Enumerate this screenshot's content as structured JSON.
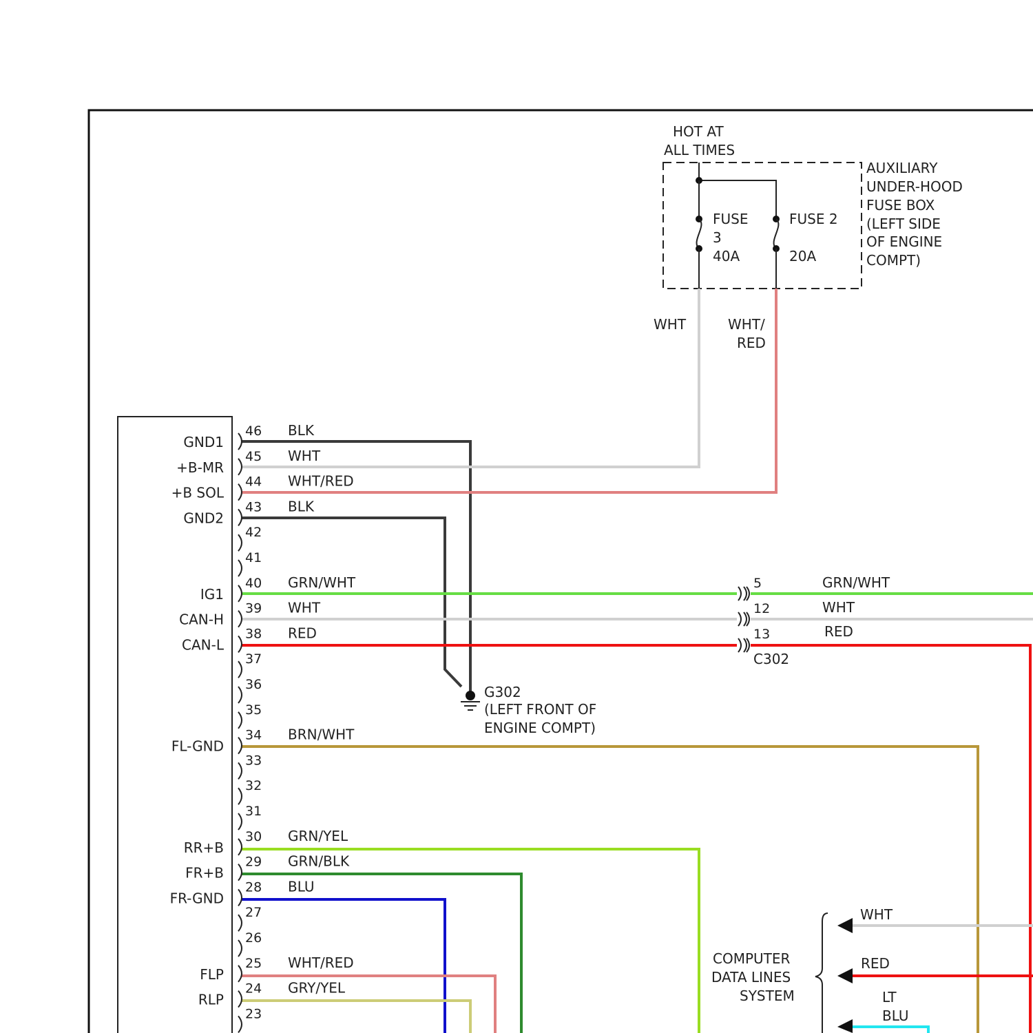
{
  "fuse_box": {
    "supply_label_1": "HOT AT",
    "supply_label_2": "ALL TIMES",
    "fuse3_label_1": "FUSE",
    "fuse3_label_2": "3",
    "fuse3_rating": "40A",
    "fuse2_label": "FUSE 2",
    "fuse2_rating": "20A",
    "box_name": [
      "AUXILIARY",
      "UNDER-HOOD",
      "FUSE BOX",
      "(LEFT SIDE",
      "OF ENGINE",
      "COMPT)"
    ],
    "wire_wht": "WHT",
    "wire_whtred_1": "WHT/",
    "wire_whtred_2": "RED"
  },
  "module": {
    "pins": [
      {
        "num": "46",
        "name": "GND1",
        "wire": "BLK",
        "color": "#3a3a3a"
      },
      {
        "num": "45",
        "name": "+B-MR",
        "wire": "WHT",
        "color": "#d0d0d0"
      },
      {
        "num": "44",
        "name": "+B SOL",
        "wire": "WHT/RED",
        "color": "#e08080"
      },
      {
        "num": "43",
        "name": "GND2",
        "wire": "BLK",
        "color": "#3a3a3a"
      },
      {
        "num": "42",
        "name": "",
        "wire": "",
        "color": ""
      },
      {
        "num": "41",
        "name": "",
        "wire": "",
        "color": ""
      },
      {
        "num": "40",
        "name": "IG1",
        "wire": "GRN/WHT",
        "color": "#66dd44"
      },
      {
        "num": "39",
        "name": "CAN-H",
        "wire": "WHT",
        "color": "#d0d0d0"
      },
      {
        "num": "38",
        "name": "CAN-L",
        "wire": "RED",
        "color": "#ee1111"
      },
      {
        "num": "37",
        "name": "",
        "wire": "",
        "color": ""
      },
      {
        "num": "36",
        "name": "",
        "wire": "",
        "color": ""
      },
      {
        "num": "35",
        "name": "",
        "wire": "",
        "color": ""
      },
      {
        "num": "34",
        "name": "FL-GND",
        "wire": "BRN/WHT",
        "color": "#b8973a"
      },
      {
        "num": "33",
        "name": "",
        "wire": "",
        "color": ""
      },
      {
        "num": "32",
        "name": "",
        "wire": "",
        "color": ""
      },
      {
        "num": "31",
        "name": "",
        "wire": "",
        "color": ""
      },
      {
        "num": "30",
        "name": "RR+B",
        "wire": "GRN/YEL",
        "color": "#99dd22"
      },
      {
        "num": "29",
        "name": "FR+B",
        "wire": "GRN/BLK",
        "color": "#2e8b2e"
      },
      {
        "num": "28",
        "name": "FR-GND",
        "wire": "BLU",
        "color": "#1111cc"
      },
      {
        "num": "27",
        "name": "",
        "wire": "",
        "color": ""
      },
      {
        "num": "26",
        "name": "",
        "wire": "",
        "color": ""
      },
      {
        "num": "25",
        "name": "FLP",
        "wire": "WHT/RED",
        "color": "#e08080"
      },
      {
        "num": "24",
        "name": "RLP",
        "wire": "GRY/YEL",
        "color": "#cccc77"
      },
      {
        "num": "23",
        "name": "",
        "wire": "",
        "color": ""
      }
    ]
  },
  "connector_c302": {
    "name": "C302",
    "pins": [
      {
        "num": "5",
        "wire": "GRN/WHT",
        "color": "#66dd44"
      },
      {
        "num": "12",
        "wire": "WHT",
        "color": "#d0d0d0"
      },
      {
        "num": "13",
        "wire": "RED",
        "color": "#ee1111"
      }
    ]
  },
  "ground": {
    "name": "G302",
    "loc_1": "(LEFT FRONT OF",
    "loc_2": "ENGINE COMPT)"
  },
  "data_lines": {
    "title": [
      "COMPUTER",
      "DATA LINES",
      "SYSTEM"
    ],
    "wires": [
      {
        "label": "WHT",
        "color": "#d0d0d0"
      },
      {
        "label": "RED",
        "color": "#ee1111"
      },
      {
        "label_1": "LT",
        "label_2": "BLU",
        "color": "#22e6f0"
      }
    ]
  }
}
